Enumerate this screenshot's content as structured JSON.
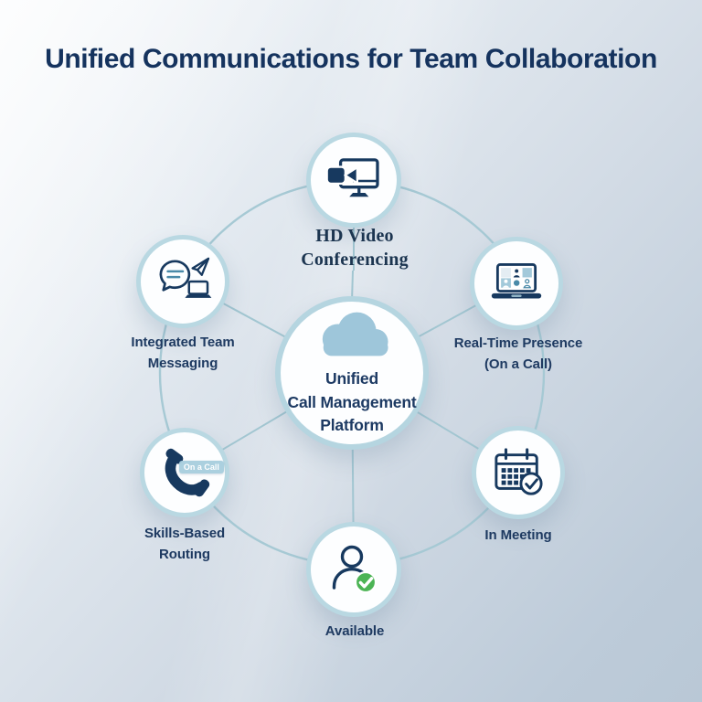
{
  "title": "Unified Communications for Team Collaboration",
  "center": {
    "label": "Unified\nCall Management\nPlatform",
    "icon": "cloud-icon"
  },
  "nodes": [
    {
      "id": "hd-video-conferencing",
      "label": "HD Video\nConferencing",
      "icon": "video-conferencing-icon"
    },
    {
      "id": "real-time-presence",
      "label": "Real-Time Presence\n(On a Call)",
      "icon": "presence-laptop-icon"
    },
    {
      "id": "in-meeting",
      "label": "In Meeting",
      "icon": "calendar-check-icon"
    },
    {
      "id": "available",
      "label": "Available",
      "icon": "user-available-icon"
    },
    {
      "id": "skills-based-routing",
      "label": "Skills-Based\nRouting",
      "icon": "phone-handset-icon",
      "badge": "On a Call"
    },
    {
      "id": "integrated-team-messaging",
      "label": "Integrated Team\nMessaging",
      "icon": "chat-plane-laptop-icon"
    }
  ],
  "colors": {
    "navy": "#17395f",
    "title_navy": "#15335e",
    "light_blue": "#9ec6da",
    "ring": "#a6c9d4",
    "circle_border": "#b9d8e2",
    "green": "#4cb455",
    "badge_bg": "#a7cddd",
    "background_end": "#b9c8d6"
  }
}
